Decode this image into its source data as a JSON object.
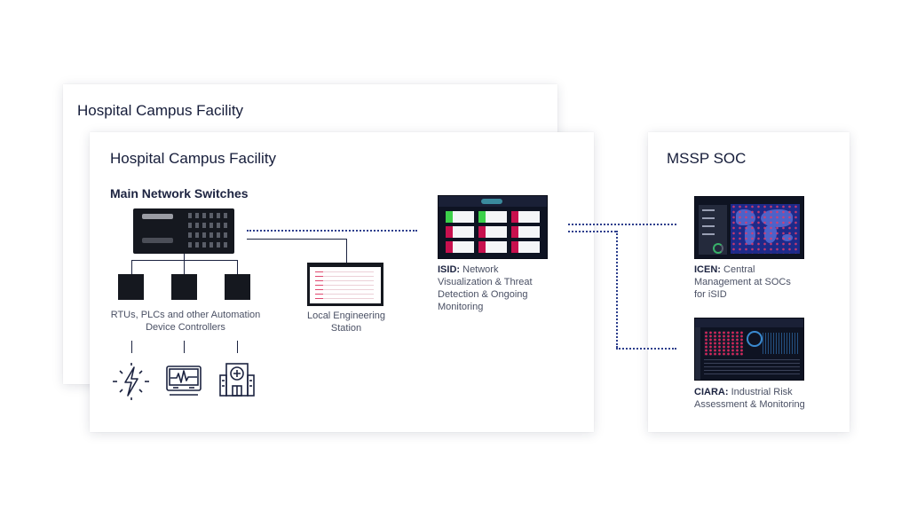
{
  "back_card": {
    "title": "Hospital Campus Facility"
  },
  "front_card": {
    "title": "Hospital Campus Facility",
    "switch_label": "Main Network Switches",
    "controllers_label": "RTUs, PLCs and other Automation Device Controllers",
    "engineering_label": "Local Engineering Station",
    "isid": {
      "name": "ISID:",
      "description": "Network Visualization & Threat Detection & Ongoing Monitoring"
    }
  },
  "soc_card": {
    "title": "MSSP SOC",
    "icen": {
      "name": "ICEN:",
      "description": "Central Management at SOCs for iSID"
    },
    "ciara": {
      "name": "CIARA:",
      "description": "Industrial Risk Assessment & Monitoring"
    }
  },
  "icons": [
    "power-icon",
    "monitor-waveform-icon",
    "hospital-building-icon"
  ],
  "colors": {
    "accent": "#2c3e8c",
    "alert": "#c8104e",
    "ok": "#3cd04a",
    "dark": "#15181f"
  }
}
